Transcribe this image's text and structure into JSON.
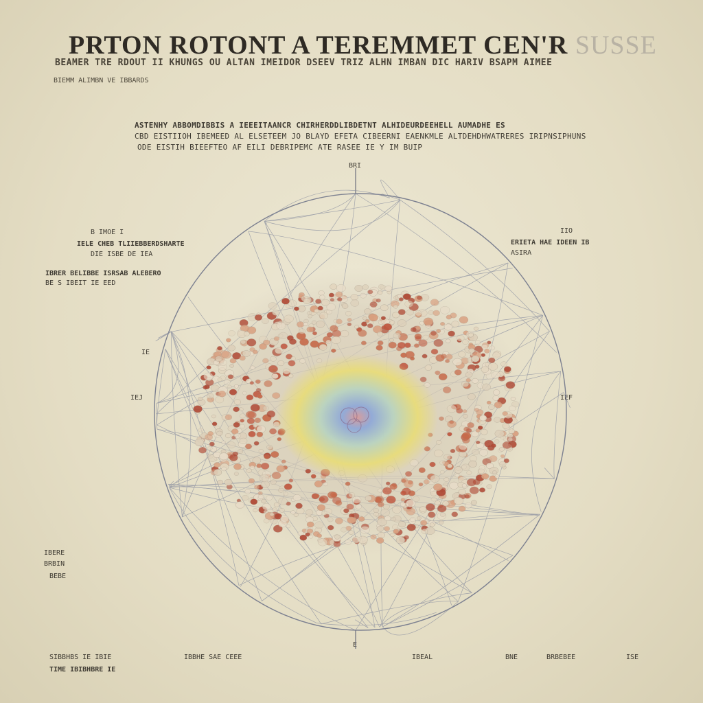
{
  "title": {
    "main": "PRTON ROTONT A TEREMMET CEN'R",
    "faded": "SUSSE"
  },
  "subtitle": "BEAMER TRE RDOUT II KHUNGS OU ALTAN IMEIDOR DSEEV TRIZ ALHN IMBAN DIC HARIV BSAPM AIMEE",
  "subline": "BIEMM ALIMBN VE IBBARDS",
  "intro": [
    "ASTENHY ABBOMDIBBIS A IEEEITAANCR CHIRHERDDLIBDETNT ALHIDEURDEEHELL AUMADHE ES",
    "CBD EISTIIOH IBEMEED AL ELSETEEM JO BLAYD EFETA CIBEERNI EAENKMLE ALTDEHDHWATRERES IRIPNSIPHUNS",
    "ODE EISTIH BIEEFTEO AF EILI DEBRIPEMC ATE RASEE IE Y IM BUIP"
  ],
  "annotations": {
    "left_top": [
      "B IMOE I",
      "IELE CHEB TLIIEBBERDSHARTE",
      "DIE ISBE DE IEA"
    ],
    "left_mid": [
      "IBRER BELIBBE ISRSAB ALEBERO",
      "BE S IBEIT IE EED"
    ],
    "right_top": [
      "IIO",
      "ERIETA HAE IDEEN IB",
      "ASIRA"
    ],
    "left_side": "IE",
    "left_edge": "IEJ",
    "right_edge": "IEF",
    "left_bottom": [
      "IBERE",
      "BRBIN",
      "BEBE"
    ],
    "bottom": [
      "SIBBHBS IE IBIE",
      "TIME IBIBHBRE IE",
      "IBBHE SAE CEEE",
      "IBEAL",
      "BNE",
      "BRBEBEE",
      "ISE"
    ],
    "top_point": "BRI",
    "bottom_point": "E"
  },
  "colors": {
    "paper": "#e8e2cc",
    "ink": "#2e2a24",
    "mesh": "#8a8fa0",
    "particle_red": "#c0563e",
    "particle_cream": "#e3d6bf",
    "core_yellow": "#e8dc7a",
    "core_blue": "#8fa8d8"
  }
}
